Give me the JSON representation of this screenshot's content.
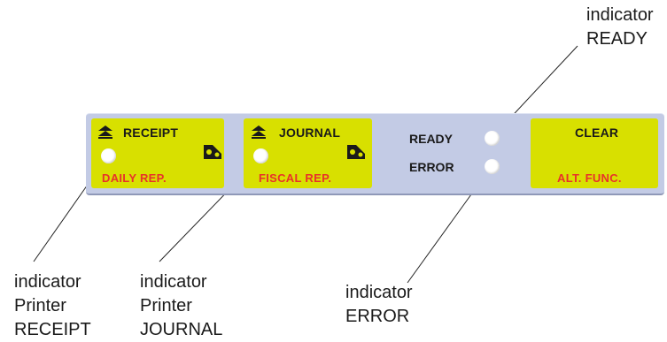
{
  "keypad": {
    "receipt_key": {
      "top_label": "RECEIPT",
      "bottom_label": "DAILY REP."
    },
    "journal_key": {
      "top_label": "JOURNAL",
      "bottom_label": "FISCAL REP."
    },
    "status": {
      "ready_label": "READY",
      "error_label": "ERROR"
    },
    "clear_key": {
      "top_label": "CLEAR",
      "bottom_label": "ALT. FUNC."
    }
  },
  "callouts": {
    "ready": {
      "line1": "indicator",
      "line2": "READY"
    },
    "error": {
      "line1": "indicator",
      "line2": "ERROR"
    },
    "receipt": {
      "line1": "indicator",
      "line2": "Printer",
      "line3": "RECEIPT"
    },
    "journal": {
      "line1": "indicator",
      "line2": "Printer",
      "line3": "JOURNAL"
    }
  },
  "icons": {
    "feed": "double-up-arrow-icon",
    "paper": "paper-roll-icon"
  },
  "colors": {
    "panel": "#c3cbe5",
    "key": "#d8e000",
    "alt_label": "#e8322a",
    "led": "#ffffff"
  }
}
